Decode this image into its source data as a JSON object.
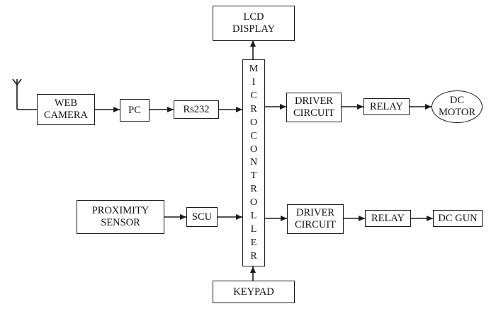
{
  "diagram": {
    "lcd": "LCD\nDISPLAY",
    "webcam": "WEB\nCAMERA",
    "pc": "PC",
    "rs232": "Rs232",
    "mcu_letters": [
      "M",
      "I",
      "C",
      "R",
      "O",
      "C",
      "O",
      "N",
      "T",
      "R",
      "O",
      "L",
      "L",
      "E",
      "R"
    ],
    "driver1": "DRIVER\nCIRCUIT",
    "relay1": "RELAY",
    "dcmotor": "DC\nMOTOR",
    "proximity": "PROXIMITY\nSENSOR",
    "scu": "SCU",
    "driver2": "DRIVER\nCIRCUIT",
    "relay2": "RELAY",
    "dcgun": "DC GUN",
    "keypad": "KEYPAD"
  }
}
